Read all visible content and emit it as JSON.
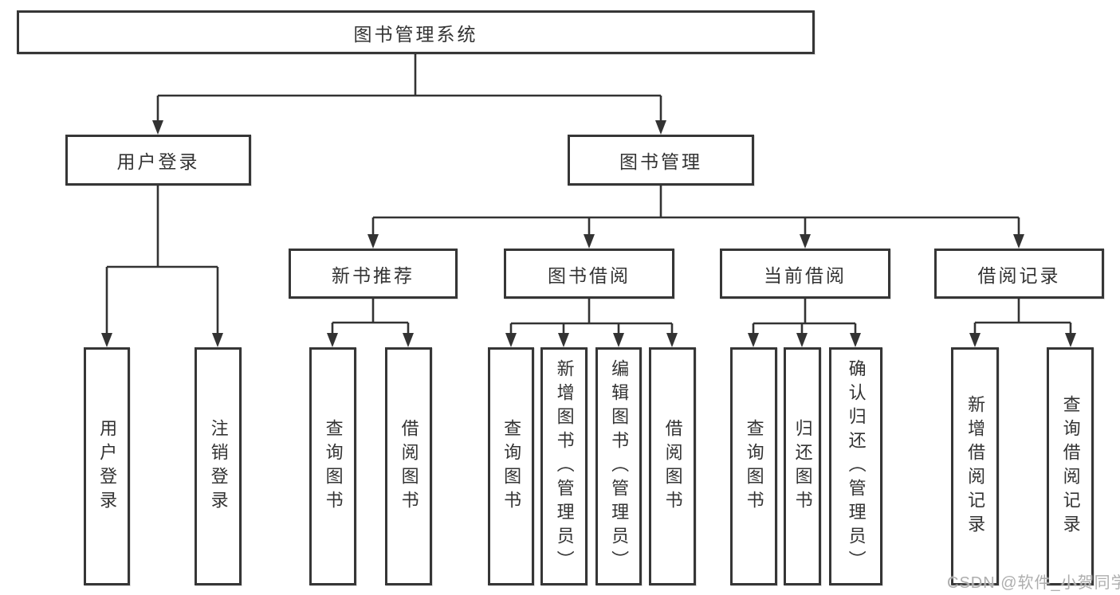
{
  "diagram_title": "图书管理系统",
  "nodes": {
    "root": "图书管理系统",
    "level2": [
      "用户登录",
      "图书管理"
    ],
    "level3": [
      "新书推荐",
      "图书借阅",
      "当前借阅",
      "借阅记录"
    ],
    "leaves": [
      "用户登录",
      "注销登录",
      "查询图书",
      "借阅图书",
      "查询图书",
      "新增图书（管理员）",
      "编辑图书（管理员）",
      "借阅图书",
      "查询图书",
      "归还图书",
      "确认归还（管理员）",
      "新增借阅记录",
      "查询借阅记录"
    ]
  },
  "hierarchy": {
    "图书管理系统": [
      "用户登录",
      "图书管理"
    ],
    "用户登录": [
      "用户登录",
      "注销登录"
    ],
    "图书管理": [
      "新书推荐",
      "图书借阅",
      "当前借阅",
      "借阅记录"
    ],
    "新书推荐": [
      "查询图书",
      "借阅图书"
    ],
    "图书借阅": [
      "查询图书",
      "新增图书（管理员）",
      "编辑图书（管理员）",
      "借阅图书"
    ],
    "当前借阅": [
      "查询图书",
      "归还图书",
      "确认归还（管理员）"
    ],
    "借阅记录": [
      "新增借阅记录",
      "查询借阅记录"
    ]
  },
  "watermark": "CSDN @软件_小贺同学",
  "colors": {
    "line": "#333333",
    "box_border": "#363636",
    "box_fill": "#ffffff",
    "text": "#333333",
    "watermark": "#aeaeae",
    "background": "#ffffff"
  }
}
